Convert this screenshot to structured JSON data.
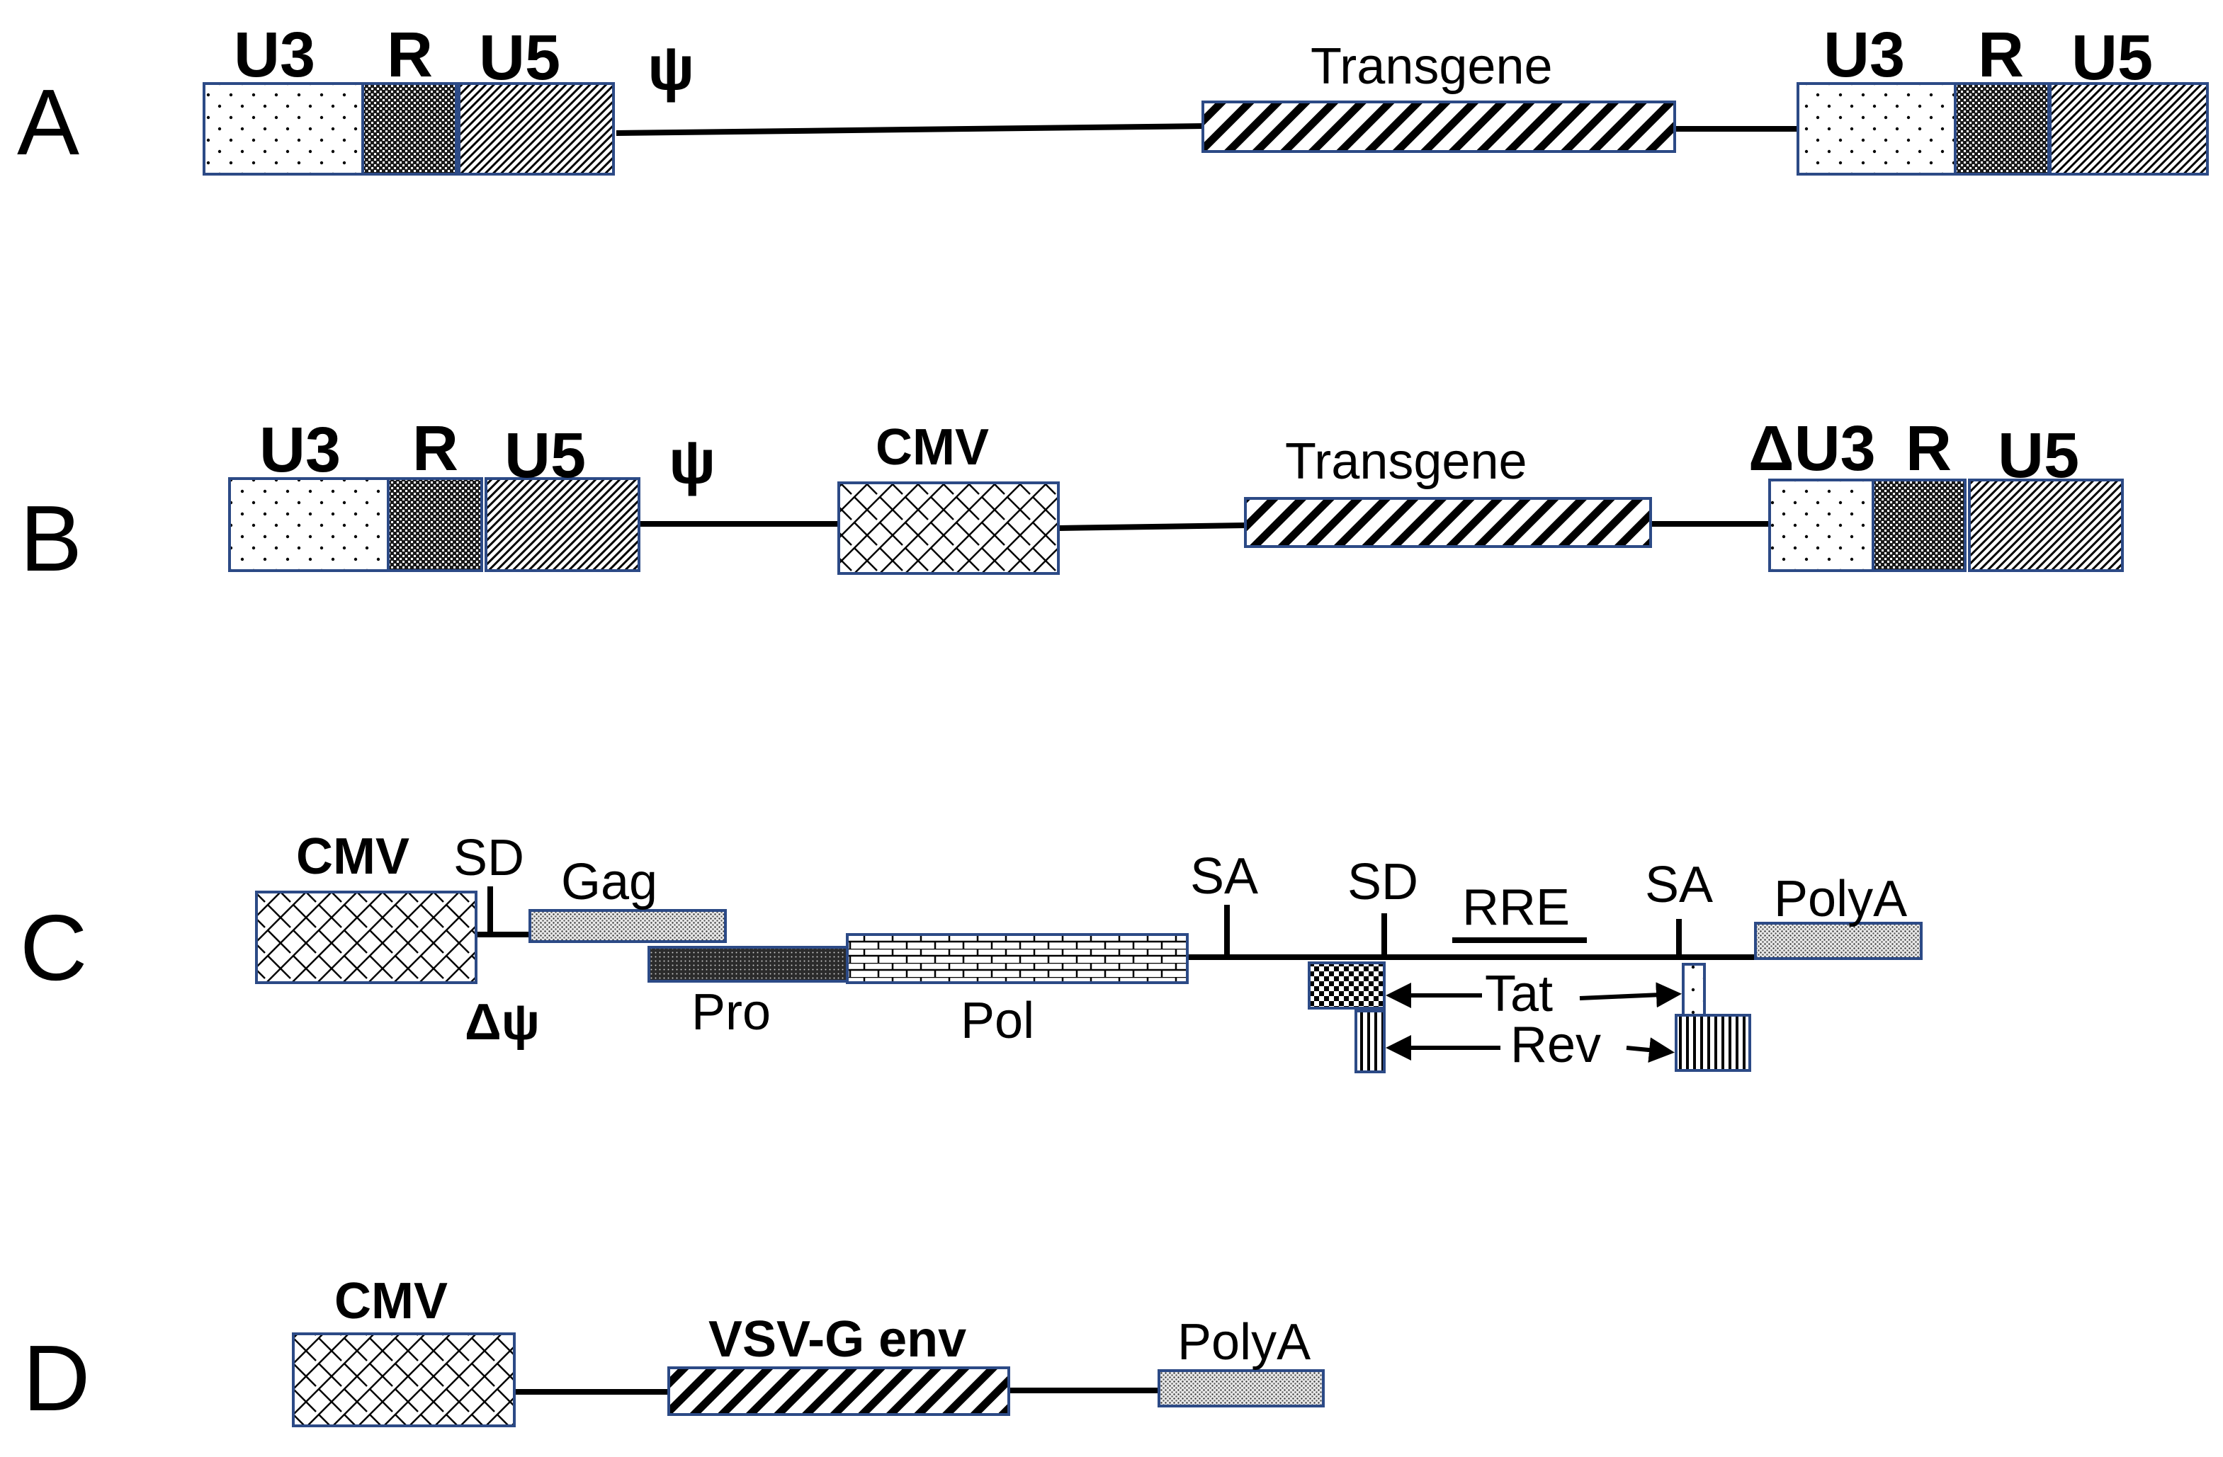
{
  "rows": {
    "A": {
      "letter": "A",
      "u3": "U3",
      "r": "R",
      "u5": "U5",
      "psi": "ψ",
      "transgene": "Transgene",
      "u3_right": "U3",
      "r_right": "R",
      "u5_right": "U5"
    },
    "B": {
      "letter": "B",
      "u3": "U3",
      "r": "R",
      "u5": "U5",
      "psi": "ψ",
      "cmv": "CMV",
      "transgene": "Transgene",
      "du3": "ΔU3",
      "r_right": "R",
      "u5_right": "U5"
    },
    "C": {
      "letter": "C",
      "cmv": "CMV",
      "sd1": "SD",
      "delta_psi": "Δψ",
      "gag": "Gag",
      "pro": "Pro",
      "pol": "Pol",
      "sa1": "SA",
      "sd2": "SD",
      "rre": "RRE",
      "sa2": "SA",
      "polya": "PolyA",
      "tat": "Tat",
      "rev": "Rev"
    },
    "D": {
      "letter": "D",
      "cmv": "CMV",
      "env": "VSV-G env",
      "polya": "PolyA"
    }
  },
  "colors": {
    "box_border": "#2c4a86",
    "line": "#000000",
    "background": "#ffffff"
  }
}
